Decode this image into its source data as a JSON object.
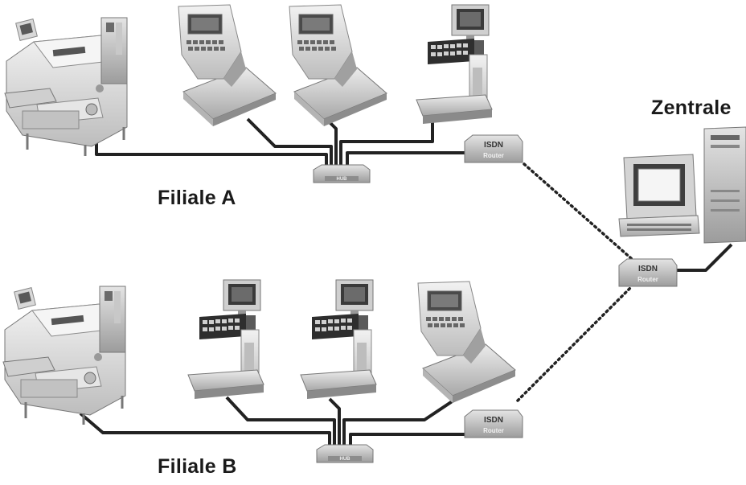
{
  "labels": {
    "filiale_a": "Filiale A",
    "filiale_b": "Filiale B",
    "zentrale": "Zentrale"
  },
  "devices": {
    "hub_label": "HUB",
    "router_line1": "ISDN",
    "router_line2": "Router"
  },
  "colors": {
    "background": "#ffffff",
    "cable": "#222222",
    "device_body": "#d9d9d9",
    "device_shadow": "#9a9a9a",
    "screen": "#3a3a3a"
  },
  "icons": {
    "wrapping_machine": "wrapping-machine-icon",
    "counter_scale": "counter-scale-icon",
    "pc_scale": "pc-scale-icon",
    "server_workstation": "server-workstation-icon"
  }
}
